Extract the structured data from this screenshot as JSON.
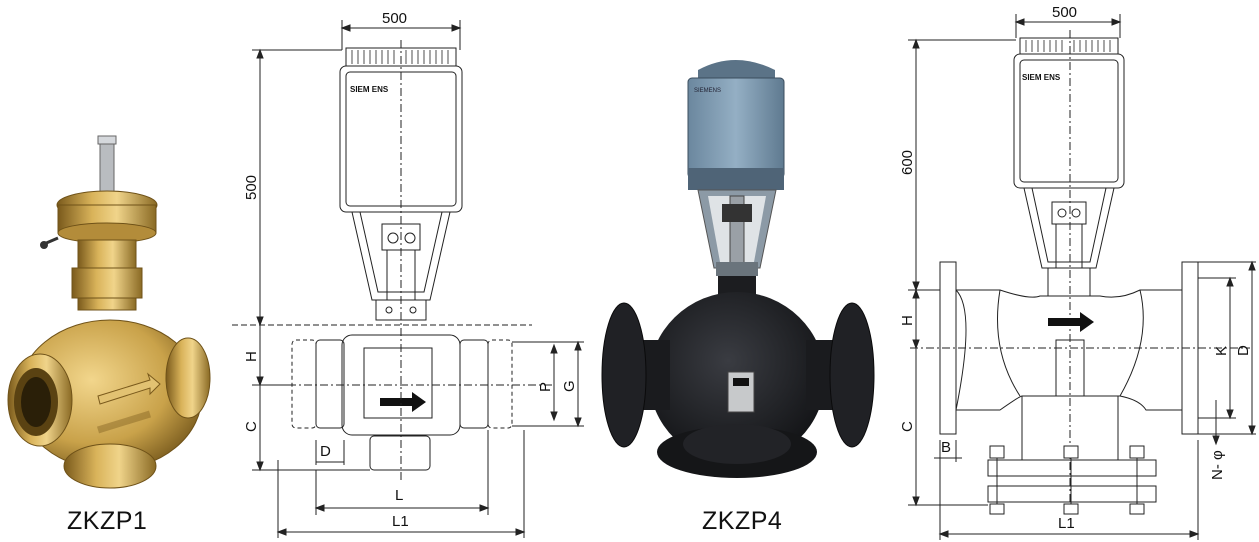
{
  "products": [
    {
      "id": "p1",
      "caption": "ZKZP1"
    },
    {
      "id": "p3",
      "caption": "ZKZP4"
    }
  ],
  "drawing_small": {
    "width_dim": "500",
    "height_dim": "500",
    "brand": "SIEM ENS",
    "labels": {
      "H": "H",
      "C": "C",
      "D": "D",
      "P": "P",
      "G": "G",
      "L": "L",
      "L1": "L1"
    }
  },
  "drawing_flanged": {
    "width_dim": "500",
    "height_dim": "600",
    "brand": "SIEM ENS",
    "labels": {
      "H": "H",
      "C": "C",
      "B": "B",
      "K": "K",
      "D": "D",
      "N": "N- φ",
      "L1": "L1"
    }
  },
  "colors": {
    "brass": "#c9a24a",
    "brass_dark": "#8a6a24",
    "actuator_blue": "#7f9bb2",
    "valve_black": "#1c1d20",
    "line": "#222222"
  }
}
